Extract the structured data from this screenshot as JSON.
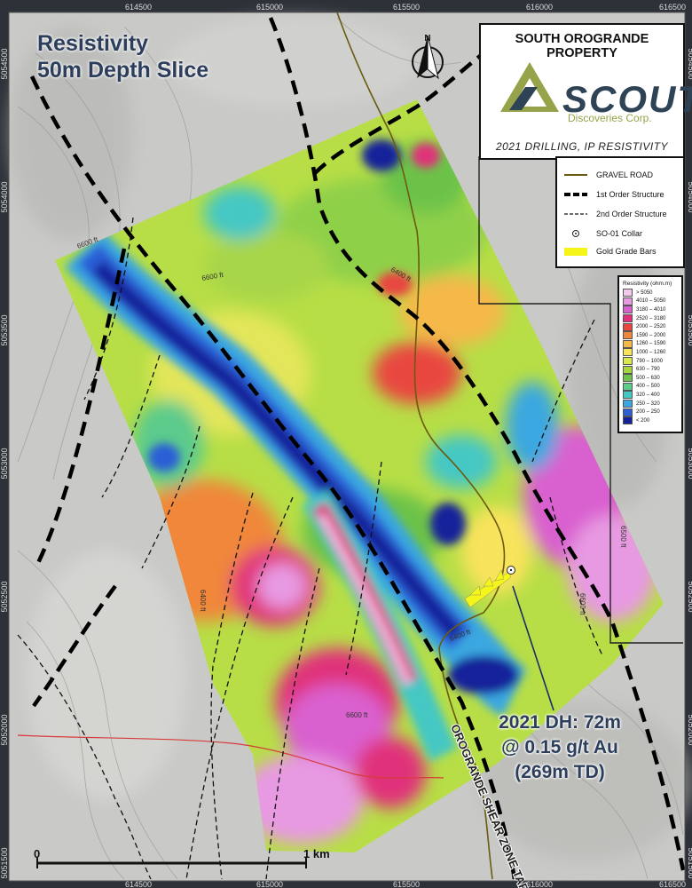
{
  "title": {
    "line1": "Resistivity",
    "line2": "50m Depth Slice"
  },
  "logo_panel": {
    "property": "SOUTH OROGRANDE PROPERTY",
    "brand": "SCOUT",
    "subtitle": "Discoveries Corp.",
    "survey": "2021 DRILLING, IP RESISTIVITY"
  },
  "legend": {
    "items": [
      {
        "label": "GRAVEL ROAD"
      },
      {
        "label": "1st Order Structure"
      },
      {
        "label": "2nd Order Structure"
      },
      {
        "label": "SO-01 Collar"
      },
      {
        "label": "Gold Grade Bars"
      }
    ]
  },
  "resistivity_legend": {
    "title": "Resistivity (ohm.m)",
    "classes": [
      {
        "label": "> 5050",
        "color": "#f2c8ec"
      },
      {
        "label": "4010 – 5050",
        "color": "#e79ae2"
      },
      {
        "label": "3180 – 4010",
        "color": "#d960cf"
      },
      {
        "label": "2520 – 3180",
        "color": "#e0307a"
      },
      {
        "label": "2000 – 2520",
        "color": "#e8463f"
      },
      {
        "label": "1590 – 2000",
        "color": "#f0873a"
      },
      {
        "label": "1260 – 1590",
        "color": "#f5b84a"
      },
      {
        "label": "1000 – 1260",
        "color": "#f8e35c"
      },
      {
        "label": "790 – 1000",
        "color": "#d8ea4a"
      },
      {
        "label": "630 – 790",
        "color": "#a6d63c"
      },
      {
        "label": "500 – 630",
        "color": "#6cc24a"
      },
      {
        "label": "400 – 500",
        "color": "#5ccb8c"
      },
      {
        "label": "320 – 400",
        "color": "#45c7c4"
      },
      {
        "label": "250 – 320",
        "color": "#3aa7e0"
      },
      {
        "label": "200 – 250",
        "color": "#2a5fd6"
      },
      {
        "label": "< 200",
        "color": "#14209a"
      }
    ]
  },
  "drill_annotation": {
    "line1": "2021 DH: 72m",
    "line2": "@ 0.15 g/t Au",
    "line3": "(269m TD)"
  },
  "target_label": "OROGRANDE SHEAR ZONE TARGET",
  "north_label": "N",
  "contour_labels": [
    "6400 ft",
    "6600 ft",
    "6400 ft",
    "6600 ft",
    "6400 ft",
    "6600 ft",
    "6500 ft",
    "6600 ft"
  ],
  "scale_bar": {
    "start": "0",
    "end": "1 km"
  },
  "eastings": [
    "614500",
    "615000",
    "615500",
    "616000",
    "616500"
  ],
  "northings": [
    "5054500",
    "5054000",
    "5053500",
    "5053000",
    "5052500",
    "5052000",
    "5051500"
  ],
  "colors": {
    "road": "#6b5a10",
    "structure": "#000000",
    "grade_bars": "#f5f51a",
    "title": "#2c3e5c"
  }
}
